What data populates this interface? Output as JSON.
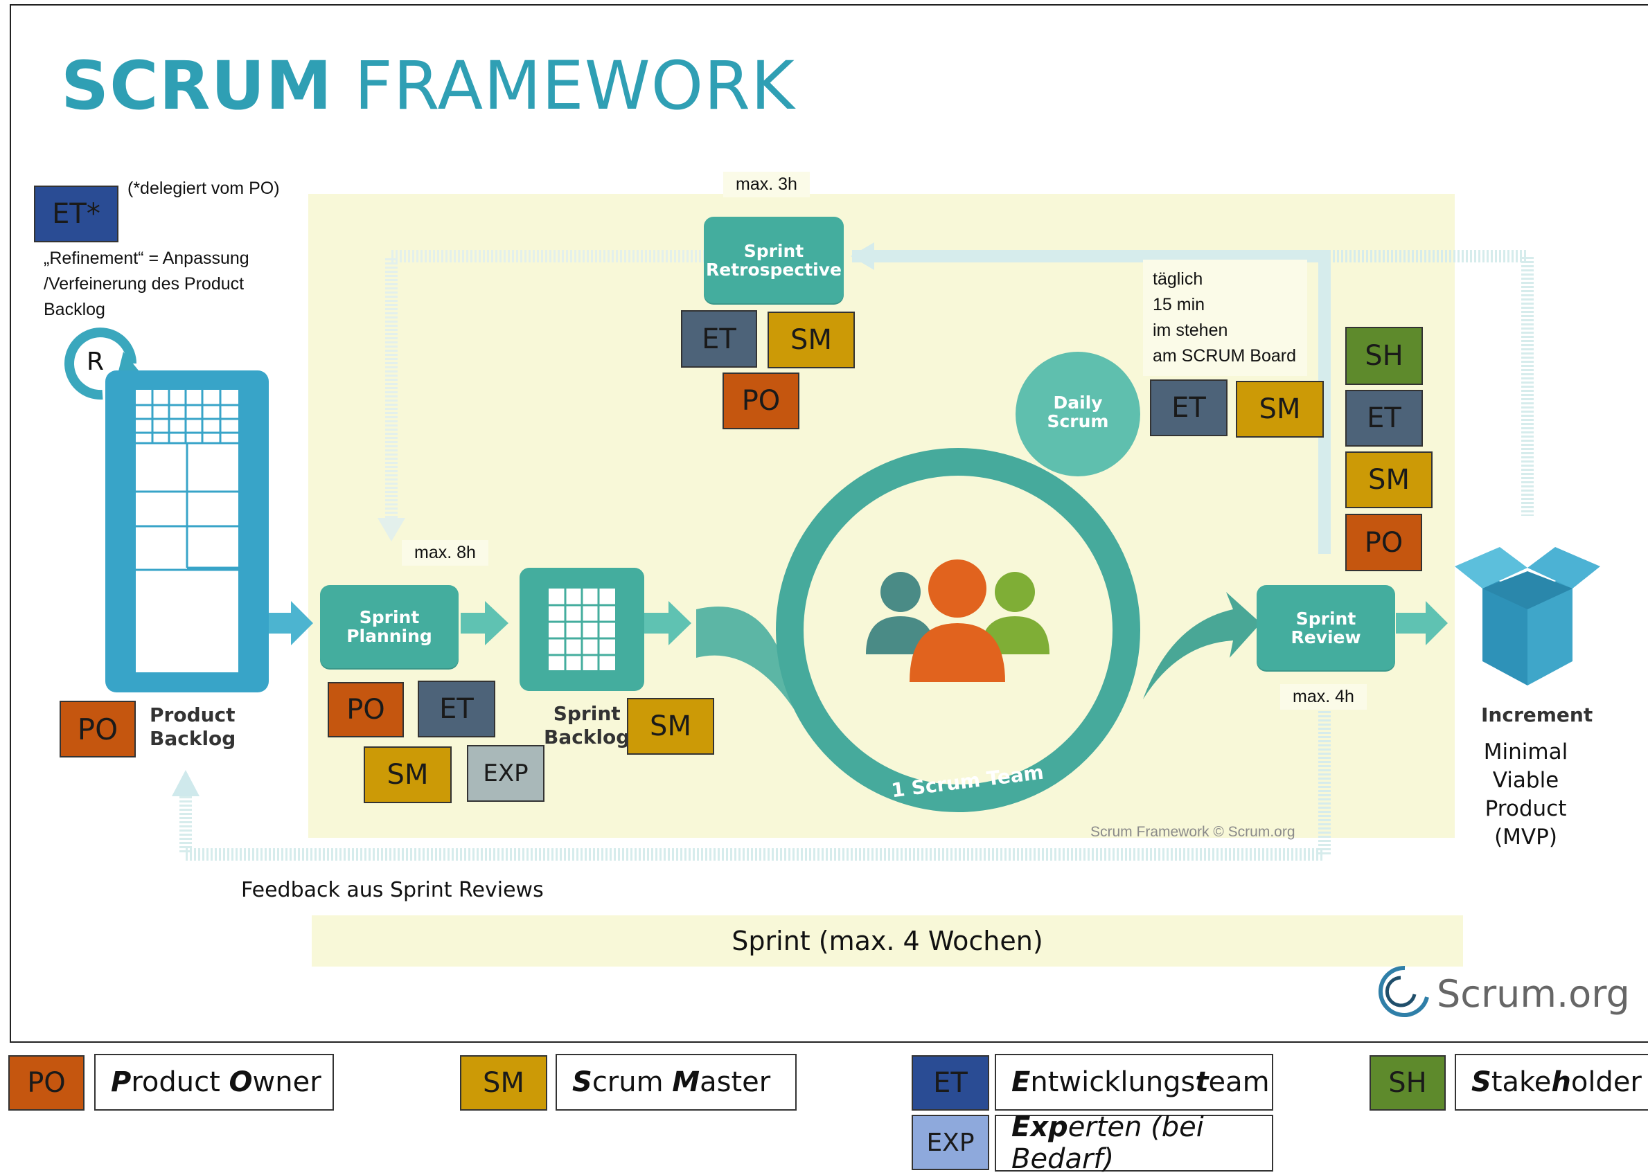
{
  "title_bold": "SCRUM",
  "title_rest": "FRAMEWORK",
  "delegated_note": "(*delegiert vom PO)",
  "et_star": "ET*",
  "refinement_note": [
    "„Refinement“ = Anpassung",
    "/Verfeinerung des Product",
    "Backlog"
  ],
  "refinement_badge": "R",
  "product_backlog": {
    "label1": "Product",
    "label2": "Backlog",
    "role": "PO"
  },
  "sprint_planning": {
    "label1": "Sprint",
    "label2": "Planning",
    "duration": "max. 8h",
    "roles": [
      "PO",
      "ET",
      "SM",
      "EXP"
    ]
  },
  "sprint_backlog": {
    "label1": "Sprint",
    "label2": "Backlog",
    "role": "SM"
  },
  "sprint_retrospective": {
    "label1": "Sprint",
    "label2": "Retrospective",
    "duration": "max. 3h",
    "roles": [
      "ET",
      "SM",
      "PO"
    ]
  },
  "daily_scrum": {
    "label1": "Daily",
    "label2": "Scrum",
    "notes": [
      "täglich",
      "15 min",
      "im stehen",
      "am SCRUM Board"
    ],
    "roles": [
      "ET",
      "SM"
    ]
  },
  "scrum_team_label": "1 Scrum Team",
  "sprint_review": {
    "label1": "Sprint",
    "label2": "Review",
    "duration": "max. 4h",
    "roles": [
      "SH",
      "ET",
      "SM",
      "PO"
    ]
  },
  "increment": {
    "label": "Increment",
    "mvp": [
      "Minimal",
      "Viable",
      "Product",
      "(MVP)"
    ]
  },
  "copyright": "Scrum Framework © Scrum.org",
  "feedback": "Feedback aus Sprint Reviews",
  "sprint_bar": "Sprint (max. 4 Wochen)",
  "logo": "Scrum.org",
  "legend": [
    {
      "code": "PO",
      "name": "Product Owner"
    },
    {
      "code": "SM",
      "name": "Scrum Master"
    },
    {
      "code": "ET",
      "name": "Entwicklungsteam"
    },
    {
      "code": "SH",
      "name": "Stakeholder"
    },
    {
      "code": "EXP",
      "name": "Experten (bei Bedarf)"
    }
  ],
  "colors": {
    "teal": "#44ad9e",
    "title": "#2f9fb4",
    "sprint_bg": "#f8f8d8",
    "po": "#c5560f",
    "sm": "#cc9a06",
    "et": "#4d6379",
    "sh": "#5e8a2c"
  }
}
